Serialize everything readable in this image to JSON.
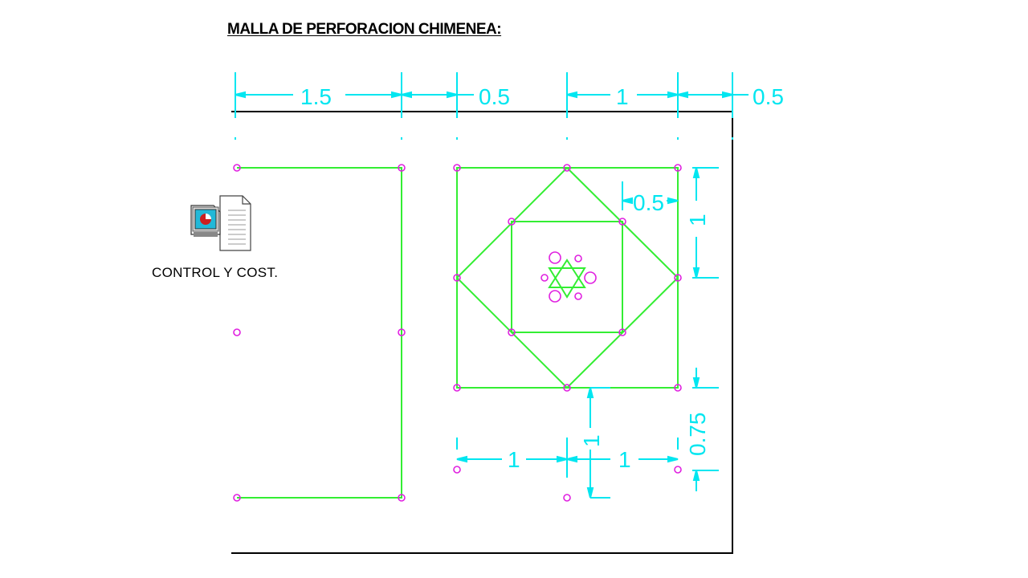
{
  "slide": {
    "title": "MALLA DE PERFORACION CHIMENEA:"
  },
  "embedded_object": {
    "label": "CONTROL Y COST.",
    "icon": "document-chart-icon"
  },
  "dimensions": {
    "top": [
      "1.5",
      "0.5",
      "1",
      "0.5"
    ],
    "inner_offset": "0.5",
    "right_vertical": "1",
    "right_lower": "0.75",
    "bottom_left": "1",
    "bottom_right": "1",
    "bottom_vertical": "1"
  },
  "colors": {
    "dimension": "#00e6f0",
    "mesh_lines": "#33ee33",
    "drill_holes": "#e020e0",
    "frame": "#000000"
  }
}
